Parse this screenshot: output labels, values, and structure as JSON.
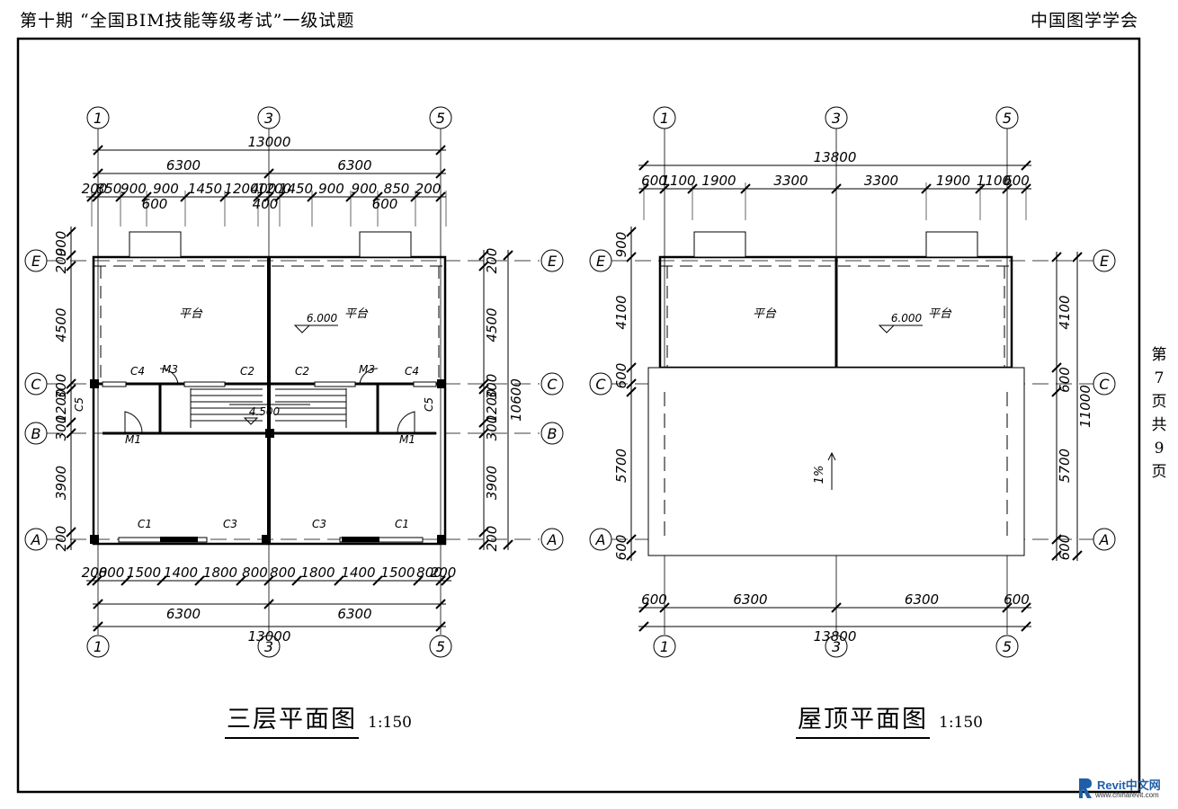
{
  "header": {
    "left": "第十期 “全国BIM技能等级考试”一级试题",
    "right": "中国图学学会"
  },
  "page_info": {
    "chars": [
      "第",
      "7",
      "页",
      "",
      "共",
      "9",
      "页"
    ]
  },
  "plan_left": {
    "title": "三层平面图",
    "scale": "1:150",
    "axes_x": [
      "1",
      "3",
      "5"
    ],
    "axes_y": [
      "E",
      "C",
      "B",
      "A"
    ],
    "top_total": "13000",
    "top_halves": [
      "6300",
      "6300"
    ],
    "top_detail": [
      "200",
      "850",
      "900",
      "900",
      "1450",
      "1200",
      "400",
      "1200",
      "1450",
      "900",
      "900",
      "850",
      "200"
    ],
    "top_sub": [
      "600",
      "400",
      "600"
    ],
    "bottom_detail": [
      "200",
      "800",
      "1500",
      "1400",
      "1800",
      "800",
      "800",
      "1800",
      "1400",
      "1500",
      "800",
      "200"
    ],
    "bottom_halves": [
      "6300",
      "6300"
    ],
    "bottom_total": "13000",
    "left_dims": [
      "900",
      "200",
      "4500",
      "300",
      "1200",
      "300",
      "3900",
      "200"
    ],
    "right_dims": [
      "200",
      "4500",
      "300",
      "1200",
      "300",
      "3900",
      "200"
    ],
    "right_total": "10600",
    "rooms": [
      "平台",
      "平台"
    ],
    "elevation": "6.000",
    "stair_elevation": "4.500",
    "labels": [
      "C4",
      "M3",
      "C2",
      "C2",
      "M3",
      "C4",
      "C5",
      "C5",
      "M1",
      "M1",
      "C1",
      "C3",
      "C3",
      "C1"
    ]
  },
  "plan_right": {
    "title": "屋顶平面图",
    "scale": "1:150",
    "axes_x": [
      "1",
      "3",
      "5"
    ],
    "axes_y": [
      "E",
      "C",
      "A"
    ],
    "top_total": "13800",
    "top_detail": [
      "600",
      "1100",
      "1900",
      "3300",
      "3300",
      "1900",
      "1100",
      "600"
    ],
    "bottom_detail": [
      "600",
      "6300",
      "6300",
      "600"
    ],
    "bottom_total": "13800",
    "left_dims": [
      "900",
      "4100",
      "600",
      "5700",
      "600"
    ],
    "right_dims": [
      "4100",
      "600",
      "5700",
      "600"
    ],
    "right_total": "11000",
    "rooms": [
      "平台",
      "平台"
    ],
    "elevation": "6.000",
    "slope": "1%"
  },
  "watermark": {
    "brand": "Revit中文网",
    "url": "www.chinarevit.com"
  }
}
